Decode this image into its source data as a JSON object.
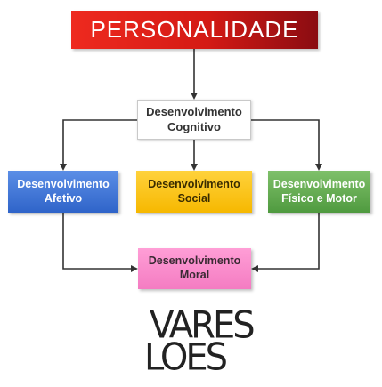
{
  "nodes": {
    "personalidade": "PERSONALIDADE",
    "cognitivo": {
      "line1": "Desenvolvimento",
      "line2": "Cognitivo"
    },
    "afetivo": {
      "line1": "Desenvolvimento",
      "line2": "Afetivo"
    },
    "social": {
      "line1": "Desenvolvimento",
      "line2": "Social"
    },
    "fisico": {
      "line1": "Desenvolvimento",
      "line2": "Físico e Motor"
    },
    "moral": {
      "line1": "Desenvolvimento",
      "line2": "Moral"
    }
  },
  "edges": [
    {
      "from": "personalidade",
      "to": "cognitivo"
    },
    {
      "from": "cognitivo",
      "to": "afetivo"
    },
    {
      "from": "cognitivo",
      "to": "social"
    },
    {
      "from": "cognitivo",
      "to": "fisico"
    },
    {
      "from": "afetivo",
      "to": "moral"
    },
    {
      "from": "fisico",
      "to": "moral"
    }
  ],
  "logo": {
    "line1": "VARES",
    "line2": "LOES"
  },
  "colors": {
    "personalidade": "#d41a14",
    "afetivo": "#2f64c9",
    "social": "#f6b800",
    "fisico": "#4f9a3f",
    "moral": "#f47cc2",
    "connector": "#333333"
  }
}
